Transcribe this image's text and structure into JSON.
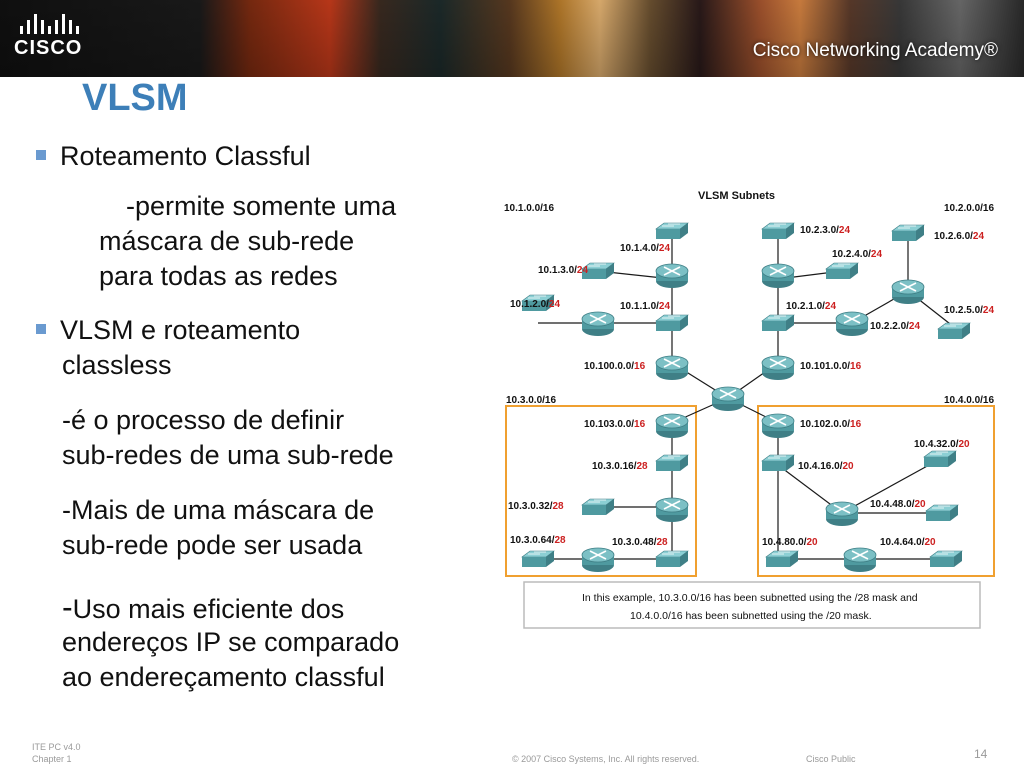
{
  "banner": {
    "logo_text": "CISCO",
    "academy_text": "Cisco Networking Academy®"
  },
  "slide": {
    "title": "VLSM",
    "bullet1": "Roteamento Classful",
    "bullet1_sub": [
      "-permite somente uma",
      "máscara de sub-rede",
      "para todas as redes"
    ],
    "bullet2": [
      "VLSM e roteamento",
      "classless"
    ],
    "para1": [
      "-é o processo de definir",
      "sub-redes de uma sub-rede"
    ],
    "para2": [
      "-Mais de uma máscara de",
      "sub-rede pode ser usada"
    ],
    "para3_dash": "-",
    "para3": [
      "Uso mais eficiente dos",
      "endereços IP se comparado",
      "ao endereçamento classful"
    ]
  },
  "diagram": {
    "title": "VLSM Subnets",
    "labels": {
      "n10_1_0_0": "10.1.0.0/16",
      "n10_2_0_0": "10.2.0.0/16",
      "n10_3_0_0": "10.3.0.0/16",
      "n10_4_0_0": "10.4.0.0/16",
      "n10_100_0_0": "10.100.0.0/",
      "n10_101_0_0": "10.101.0.0/",
      "n10_103_0_0": "10.103.0.0/",
      "n10_102_0_0": "10.102.0.0/",
      "n10_1_4_0": "10.1.4.0/",
      "n10_1_3_0": "10.1.3.0/",
      "n10_1_2_0": "10.1.2.0/",
      "n10_1_1_0": "10.1.1.0/",
      "n10_2_3_0": "10.2.3.0/",
      "n10_2_6_0": "10.2.6.0/",
      "n10_2_4_0": "10.2.4.0/",
      "n10_2_1_0": "10.2.1.0/",
      "n10_2_5_0": "10.2.5.0/",
      "n10_2_2_0": "10.2.2.0/",
      "n10_3_0_16": "10.3.0.16/",
      "n10_3_0_32": "10.3.0.32/",
      "n10_3_0_64": "10.3.0.64/",
      "n10_3_0_48": "10.3.0.48/",
      "n10_4_32_0": "10.4.32.0/",
      "n10_4_16_0": "10.4.16.0/",
      "n10_4_48_0": "10.4.48.0/",
      "n10_4_80_0": "10.4.80.0/",
      "n10_4_64_0": "10.4.64.0/"
    },
    "masks": {
      "m16": "16",
      "m24": "24",
      "m28": "28",
      "m20": "20"
    },
    "caption_line1": "In this example, 10.3.0.0/16 has been subnetted using the /28 mask and",
    "caption_line2": "10.4.0.0/16 has been subnetted  using the /20 mask.",
    "colors": {
      "mask_red": "#cc2020",
      "box_orange": "#f0a030",
      "device_teal": "#4a8a90"
    }
  },
  "footer": {
    "course": "ITE PC v4.0",
    "chapter": "Chapter 1",
    "copyright": "© 2007 Cisco Systems, Inc. All rights reserved.",
    "classification": "Cisco Public",
    "page": "14"
  }
}
